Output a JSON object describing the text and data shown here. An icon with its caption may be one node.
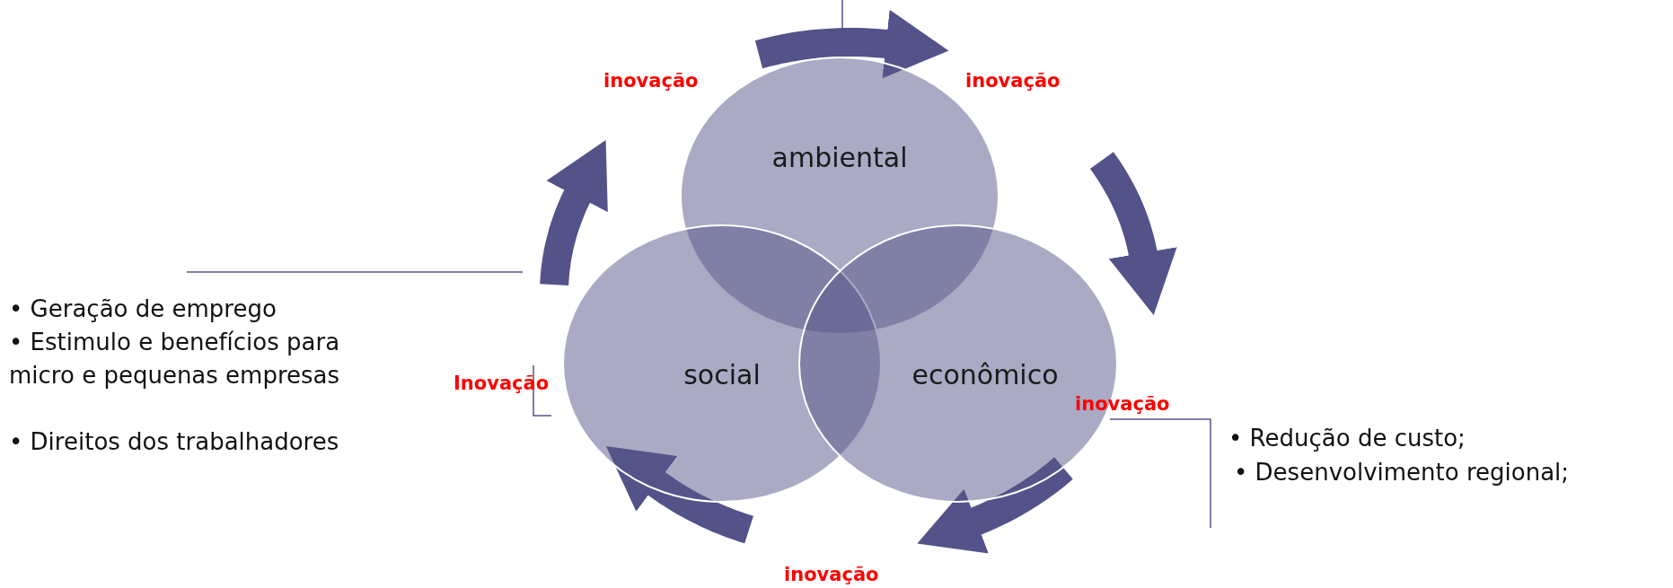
{
  "diagram": {
    "nodes": [
      {
        "text": [
          "ambiental"
        ]
      },
      {
        "text": [
          "social"
        ]
      },
      {
        "text": [
          "econômico"
        ]
      }
    ],
    "labels": [
      "inovação",
      "inovação",
      "Inovação",
      "inovação",
      "inovação",
      "• Geração de emprego",
      "• Estimulo e benefícios para micro e pequenas empresas",
      "• Direitos dos trabalhadores",
      "• Redução de custo;",
      "• Desenvolvimento regional;"
    ]
  }
}
